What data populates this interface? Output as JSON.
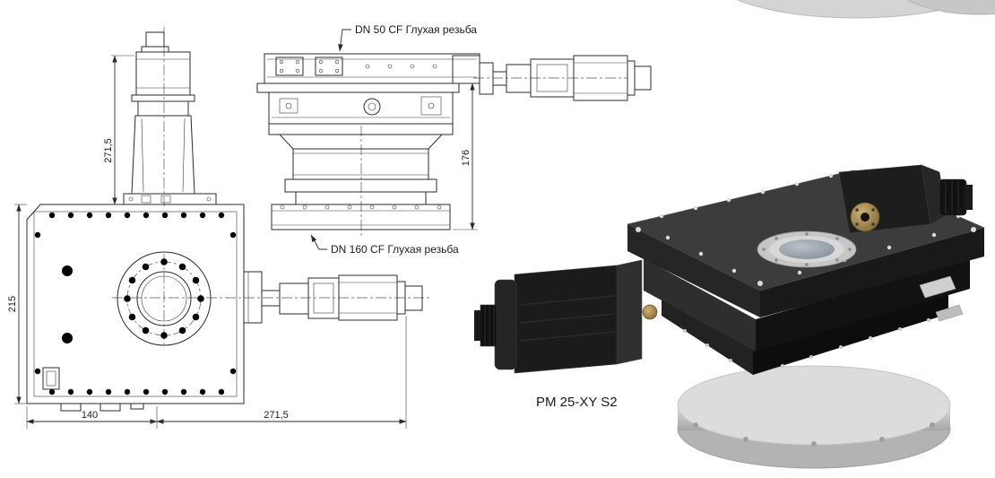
{
  "drawing": {
    "callout_dn50": "DN 50 CF Глухая резьба",
    "callout_dn160": "DN 160 CF Глухая резьба",
    "dim_column_height": "271,5",
    "dim_stage_height": "176",
    "dim_body_height": "215",
    "dim_width_left": "140",
    "dim_width_right": "271,5"
  },
  "product": {
    "label": "PM 25-XY S2"
  }
}
